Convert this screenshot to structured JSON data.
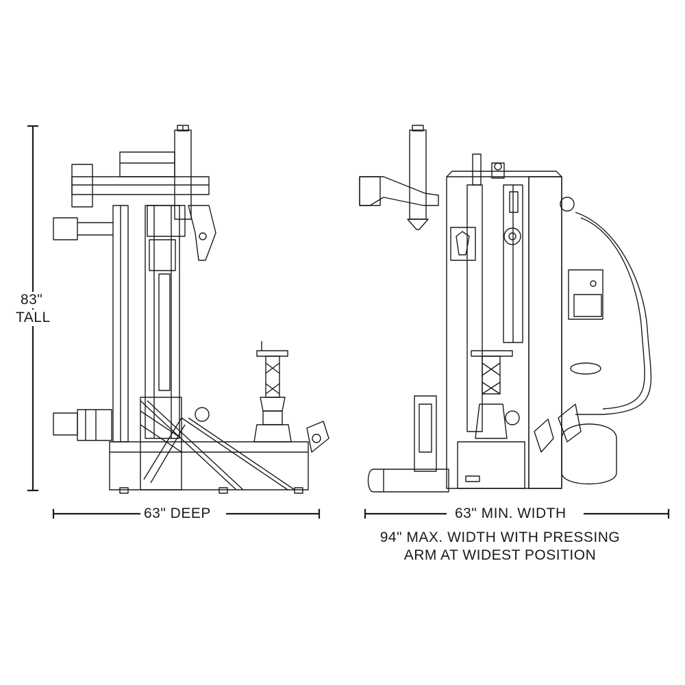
{
  "dimensions": {
    "tall_value": "83\"",
    "tall_word": "TALL",
    "deep": "63\" DEEP",
    "min_width": "63\" MIN. WIDTH",
    "max_width_note_line1": "94\" MAX. WIDTH WITH PRESSING",
    "max_width_note_line2": "ARM AT WIDEST POSITION"
  },
  "colors": {
    "line": "#1a1a1a",
    "background": "#ffffff"
  }
}
